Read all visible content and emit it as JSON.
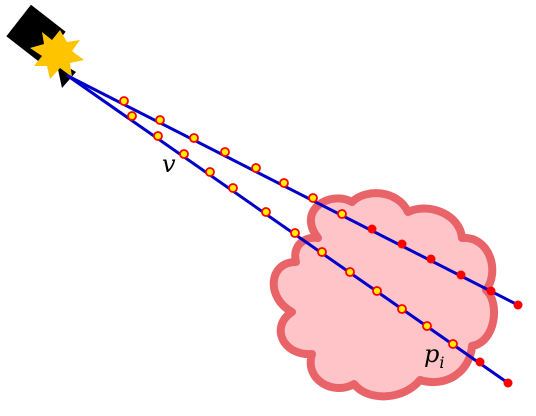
{
  "labels": {
    "v": "v",
    "p_base": "p",
    "p_sub": "i"
  },
  "icons": {
    "camera": "camera-icon",
    "light": "light-burst-icon",
    "volume": "cloud-volume"
  },
  "colors": {
    "ray": "#0000c8",
    "sample_fill_outside": "#ffee00",
    "sample_ring": "#ff0000",
    "sample_fill_inside": "#ff0000",
    "cloud_fill": "#ffc4c8",
    "cloud_stroke": "#e86468",
    "burst": "#ffc400",
    "camera": "#000000"
  }
}
